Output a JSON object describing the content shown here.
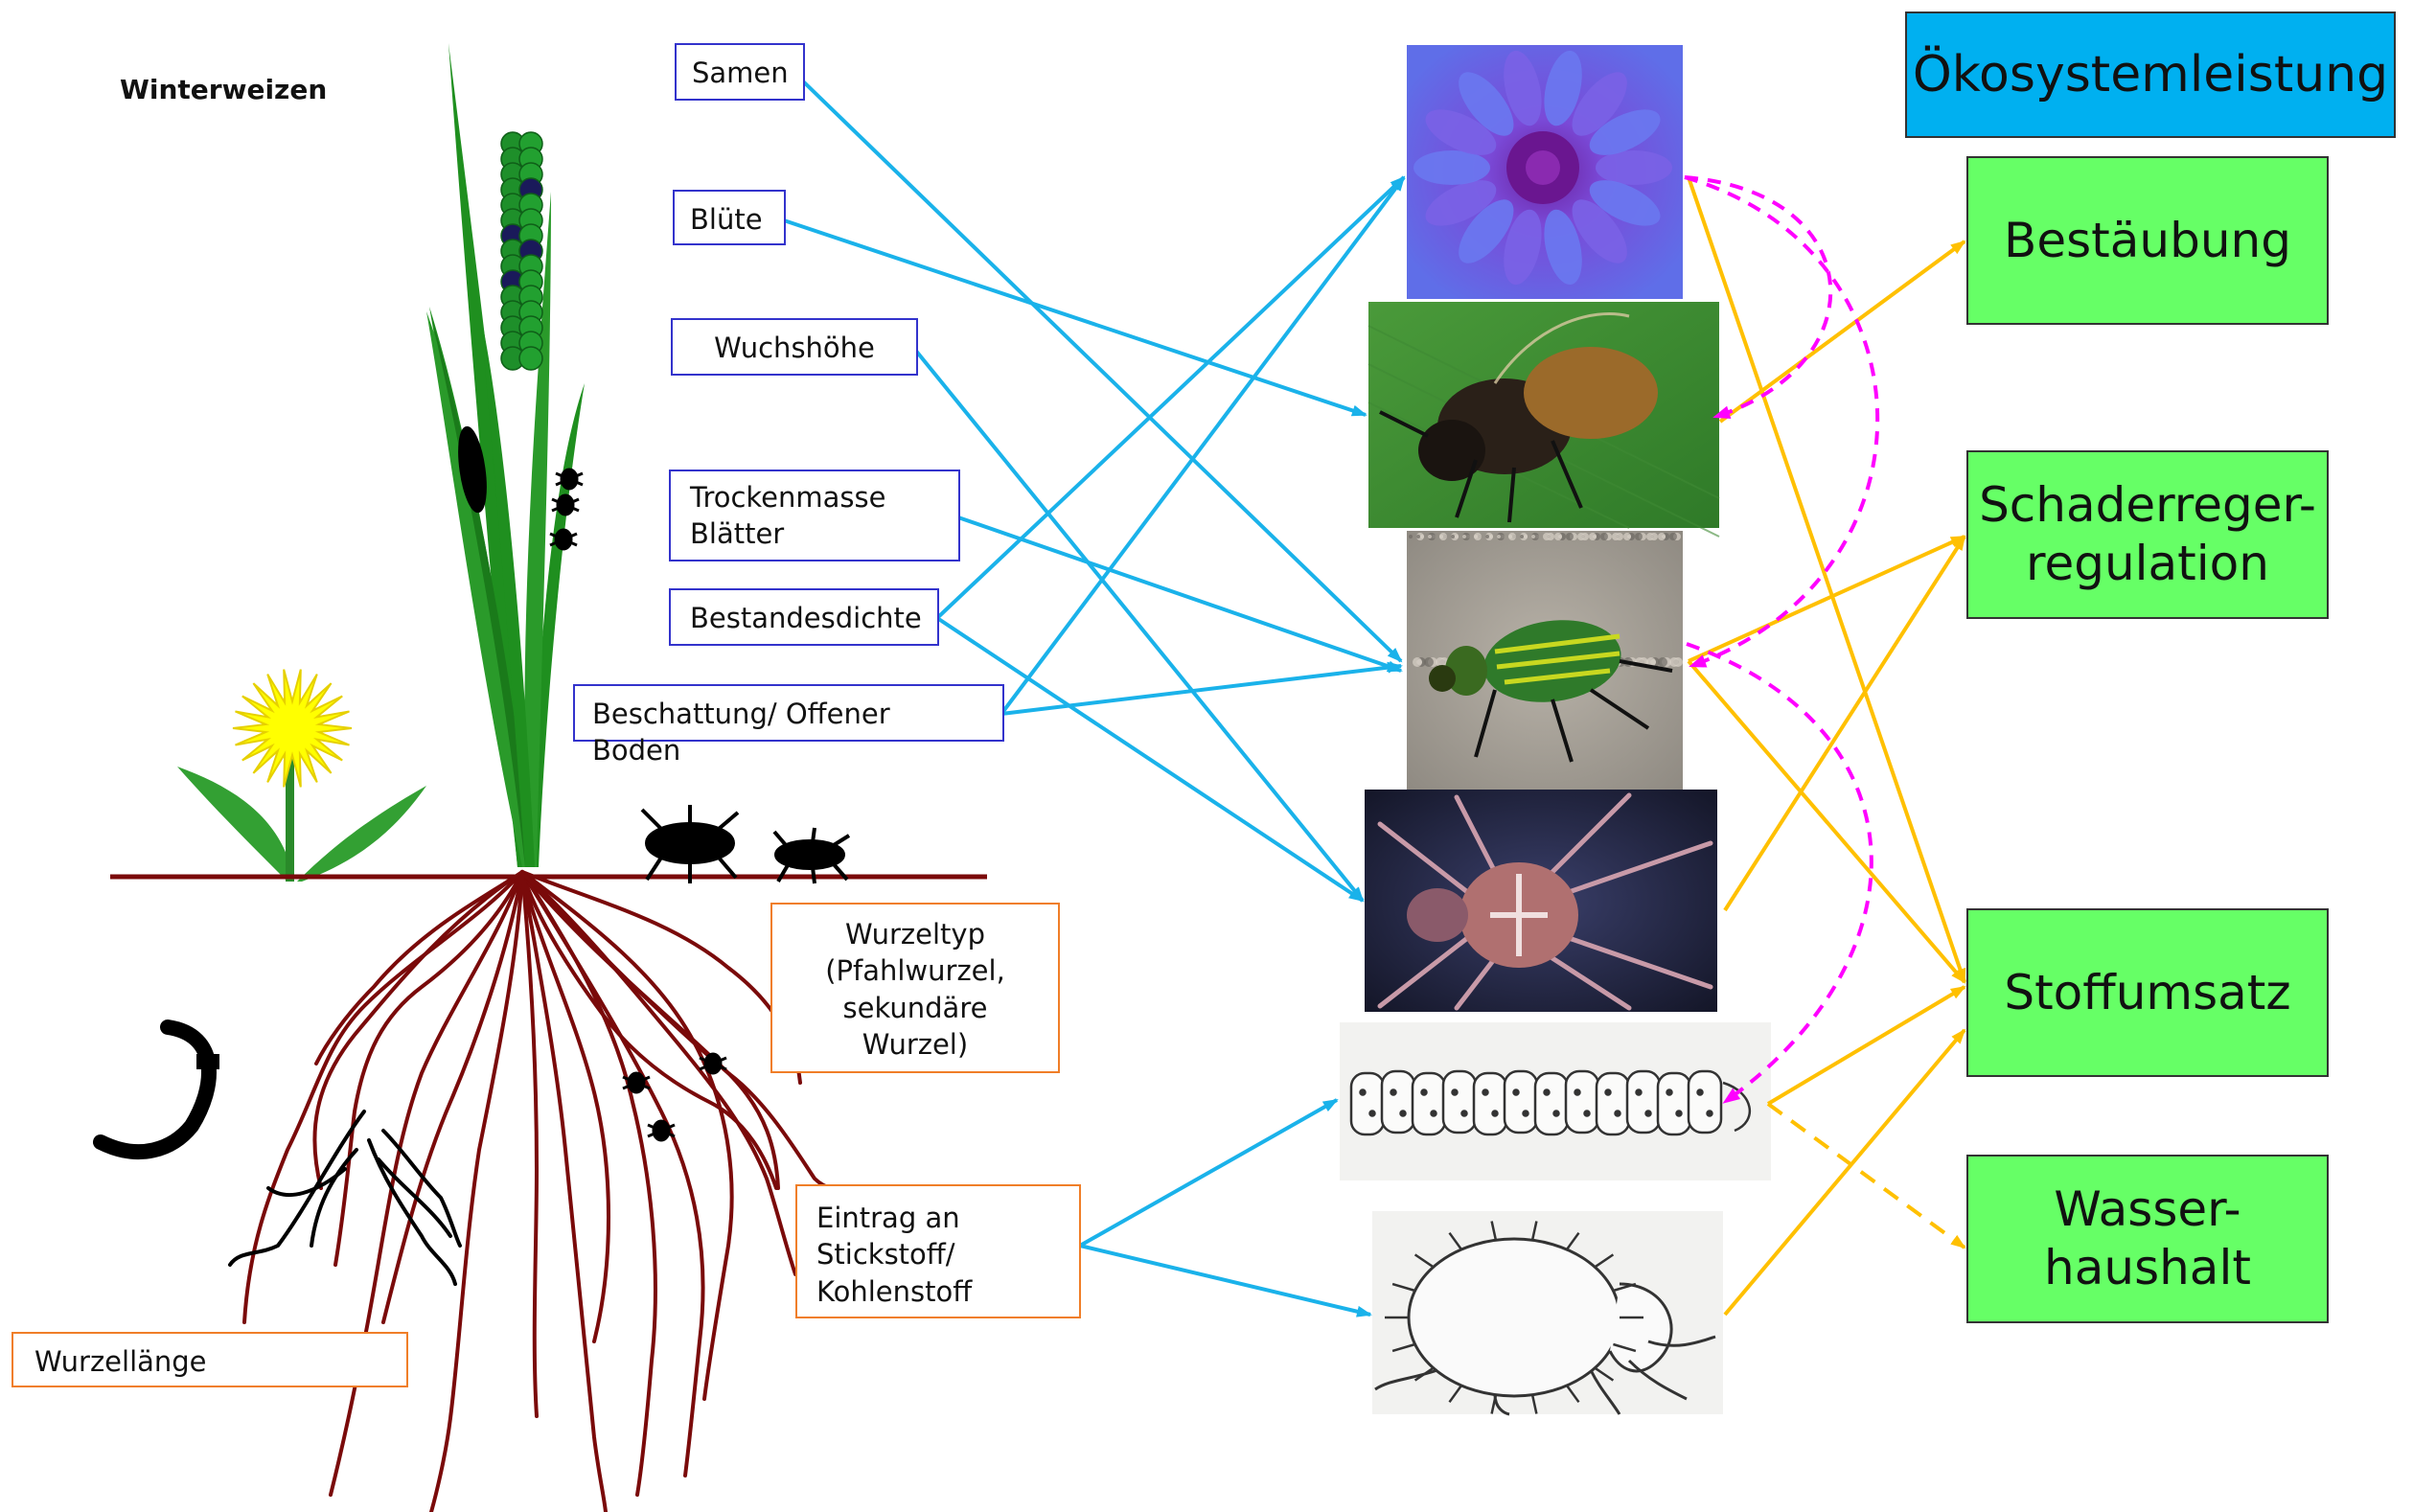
{
  "plant": {
    "title": "Winterweizen"
  },
  "traits": {
    "samen": "Samen",
    "bluete": "Blüte",
    "wuchshoehe": "Wuchshöhe",
    "trockenmasse": "Trockenmasse\nBlätter",
    "bestandesdichte": "Bestandesdichte",
    "beschattung": "Beschattung/ Offener Boden",
    "wurzeltyp": "Wurzeltyp\n(Pfahlwurzel,\nsekundäre\nWurzel)",
    "eintrag": "Eintrag an\nStickstoff/\nKohlenstoff",
    "wurzellaenge": "Wurzellänge"
  },
  "organisms": [
    {
      "name": "cornflower-photo"
    },
    {
      "name": "wild-bee-photo"
    },
    {
      "name": "ground-beetle-photo"
    },
    {
      "name": "orb-spider-photo"
    },
    {
      "name": "springtail-larva-drawing"
    },
    {
      "name": "mite-drawing"
    }
  ],
  "services": {
    "header": "Ökosystemleistung",
    "items": [
      "Bestäubung",
      "Schaderreger-\nregulation",
      "Stoffumsatz",
      "Wasser-\nhaushalt"
    ]
  },
  "colors": {
    "trait_arrow": "#1ab2ea",
    "service_arrow": "#ffc000",
    "interaction_arrow": "#ff00ff",
    "root": "#7a0a0a",
    "leaf": "#1f8f1f",
    "header_bg": "#00b0f0",
    "service_bg": "#66ff66",
    "blue_box_border": "#3333cc",
    "orange_box_border": "#f07e28"
  }
}
